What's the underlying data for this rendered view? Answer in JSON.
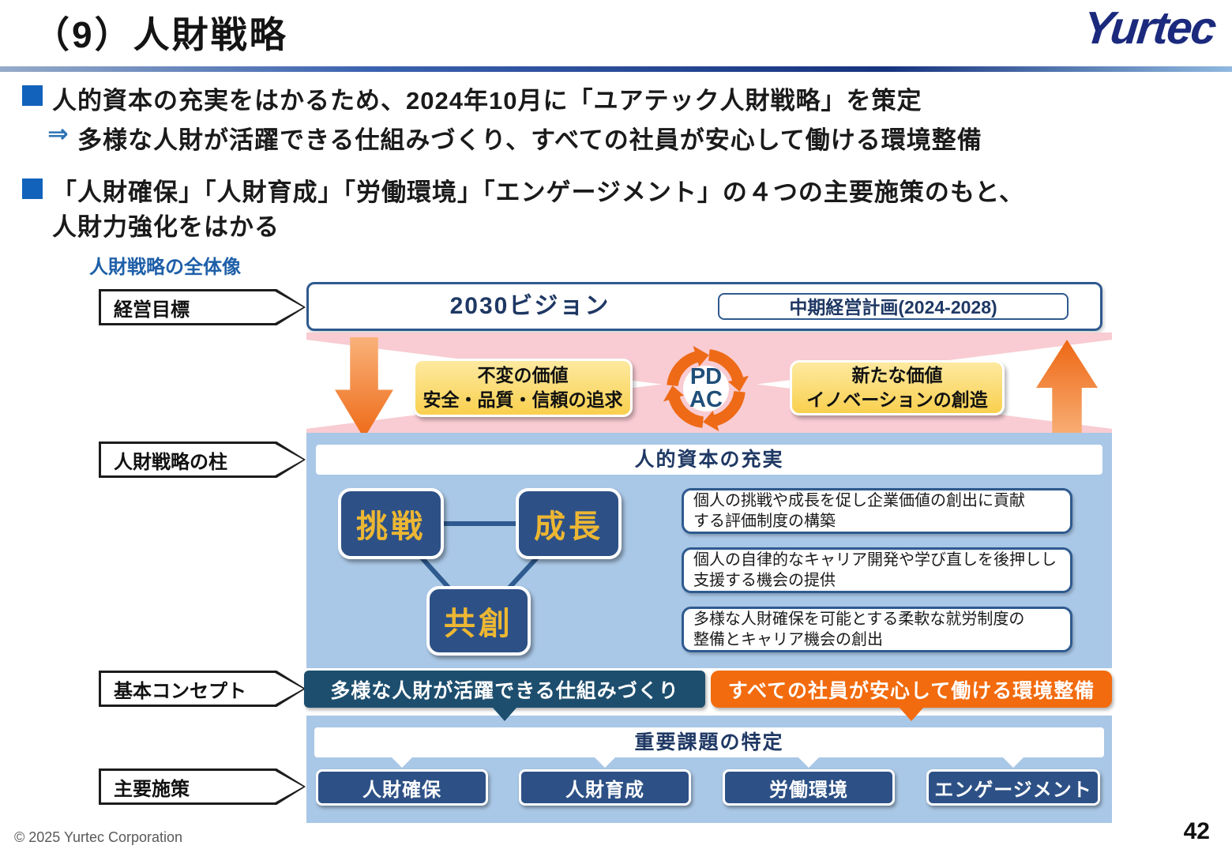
{
  "slide": {
    "title": "（9）人財戦略",
    "logo_text": "Yurtec",
    "page_number": "42",
    "copyright": "© 2025 Yurtec Corporation"
  },
  "bullets": {
    "bullet1": "人的資本の充実をはかるため、2024年10月に「ユアテック人財戦略」を策定",
    "bullet1_arrow": "⇒",
    "bullet1_sub": "多様な人財が活躍できる仕組みづくり、すべての社員が安心して働ける環境整備",
    "bullet2_line1": "「人財確保」「人財育成」「労働環境」「エンゲージメント」の４つの主要施策のもと、",
    "bullet2_line2": "人財力強化をはかる"
  },
  "diagram": {
    "caption": "人財戦略の全体像",
    "labels": {
      "goal": "経営目標",
      "pillar": "人財戦略の柱",
      "concept": "基本コンセプト",
      "measures": "主要施策"
    },
    "vision": {
      "title": "2030ビジョン",
      "midterm": "中期経営計画(2024-2028)"
    },
    "cycle": {
      "top": "PD",
      "bottom": "AC"
    },
    "value_left": "不変の価値\n安全・品質・信頼の追求",
    "value_right": "新たな価値\nイノベーションの創造",
    "pillar": {
      "header": "人的資本の充実",
      "node1": "挑戦",
      "node2": "成長",
      "node3": "共創",
      "point1": "個人の挑戦や成長を促し企業価値の創出に貢献\nする評価制度の構築",
      "point2": "個人の自律的なキャリア開発や学び直しを後押しし\n支援する機会の提供",
      "point3": "多様な人財確保を可能とする柔軟な就労制度の\n整備とキャリア機会の創出"
    },
    "concept_left": "多様な人財が活躍できる仕組みづくり",
    "concept_right": "すべての社員が安心して働ける環境整備",
    "issues_header": "重要課題の特定",
    "measure1": "人財確保",
    "measure2": "人財育成",
    "measure3": "労働環境",
    "measure4": "エンゲージメント"
  },
  "colors": {
    "accent_blue": "#1262bc",
    "navy_box": "#2d5186",
    "gold_text": "#edb733",
    "light_blue_panel": "#a9c7e6",
    "pink_band": "#f8ccd2",
    "yellow_box": "#f9d04e",
    "orange_arrow": "#ee6a17",
    "banner_teal": "#1d4e6e",
    "banner_orange": "#f26b0e",
    "logo_navy": "#1b2a7d"
  }
}
